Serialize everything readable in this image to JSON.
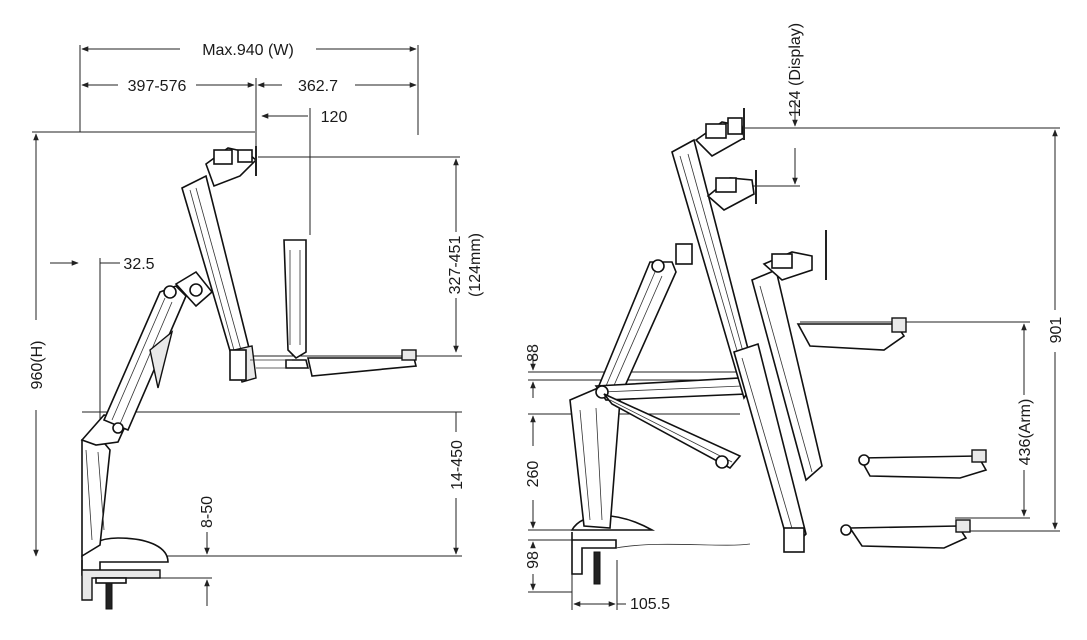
{
  "left_view": {
    "max_width": "Max.940 (W)",
    "reach_range": "397-576",
    "tray_depth": "362.7",
    "tray_offset": "120",
    "pole_offset": "32.5",
    "total_height": "960(H)",
    "keyboard_travel_line1": "327-451",
    "keyboard_travel_line2": "(124mm)",
    "arm_height_range": "14-450",
    "desk_clamp_range": "8-50"
  },
  "right_view": {
    "display_adjust": "124 (Display)",
    "overall_height": "901",
    "pole_top": "88",
    "pole_mid": "260",
    "arm_travel": "436(Arm)",
    "clamp_height": "98",
    "clamp_depth": "105.5"
  }
}
